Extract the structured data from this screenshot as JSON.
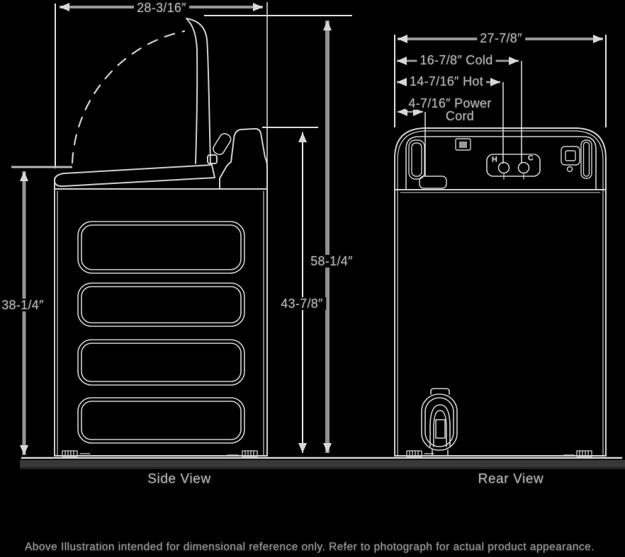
{
  "colors": {
    "background": "#000000",
    "line": "#cfcfcf",
    "dimension_line": "#969696",
    "text": "#b5b5b5",
    "floor": "#383838"
  },
  "side_view": {
    "label": "Side View",
    "dim_depth": "28-3/16″",
    "dim_height_lid_open": "58-1/4″",
    "dim_height_console": "43-7/8″",
    "dim_height_top_panel": "38-1/4″"
  },
  "rear_view": {
    "label": "Rear View",
    "dim_width": "27-7/8″",
    "dim_cold": "16-7/8″ Cold",
    "dim_hot": "14-7/16″ Hot",
    "dim_power_line1": "4-7/16″ Power",
    "dim_power_line2": "Cord",
    "hot_port": "H",
    "cold_port": "C"
  },
  "footnote": "Above Illustration intended for dimensional reference only. Refer to photograph for actual product appearance."
}
